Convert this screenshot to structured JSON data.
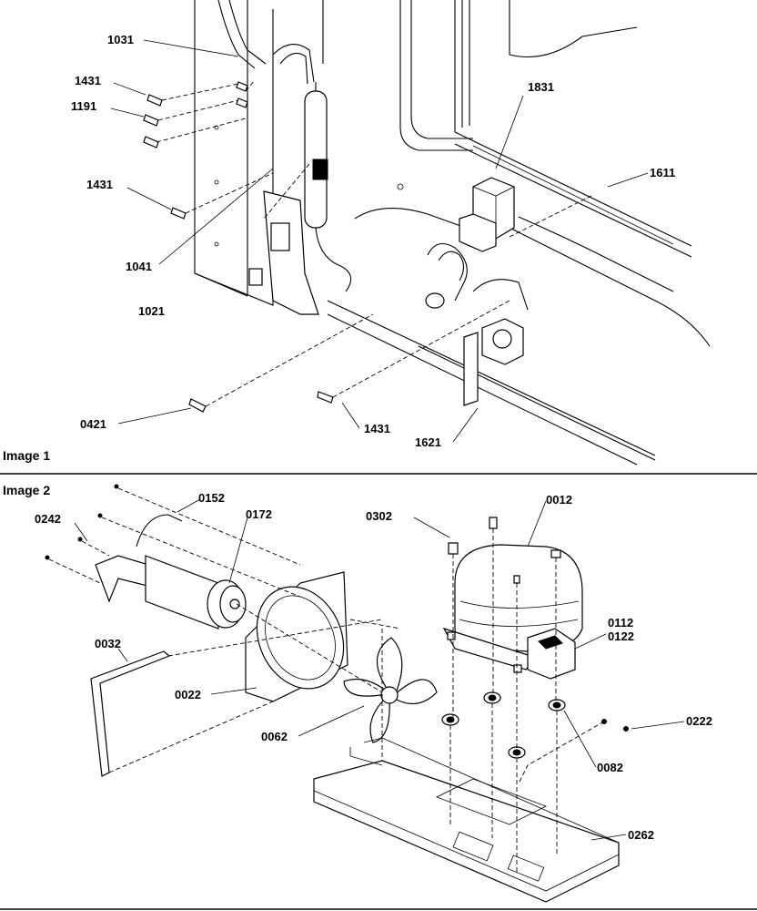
{
  "panels": [
    {
      "caption": "Image 1",
      "callouts": [
        "1031",
        "1431",
        "1191",
        "1431",
        "1041",
        "1021",
        "1831",
        "1611",
        "0421",
        "1431",
        "1621"
      ]
    },
    {
      "caption": "Image 2",
      "callouts": [
        "0152",
        "0172",
        "0242",
        "0032",
        "0022",
        "0062",
        "0302",
        "0012",
        "0112",
        "0122",
        "0222",
        "0082",
        "0262"
      ]
    }
  ]
}
